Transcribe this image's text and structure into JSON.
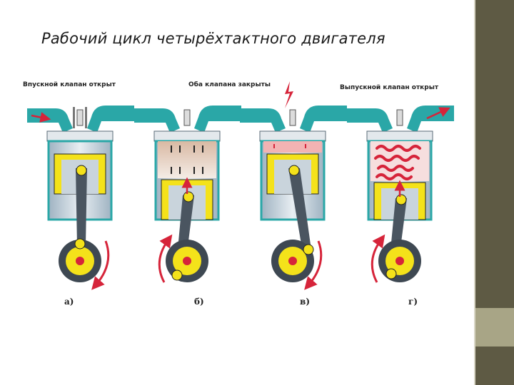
{
  "title": "Рабочий цикл четырёхтактного двигателя",
  "labels": {
    "intake": "Впускной клапан открыт",
    "closed": "Оба клапана закрыты",
    "exhaust": "Выпускной клапан открыт"
  },
  "panels": [
    {
      "letter": "а)",
      "stroke": "intake"
    },
    {
      "letter": "б)",
      "stroke": "compression"
    },
    {
      "letter": "в)",
      "stroke": "power"
    },
    {
      "letter": "г)",
      "stroke": "exhaust"
    }
  ],
  "colors": {
    "manifold": "#2aa7a7",
    "cylinder": "#b8c7d2",
    "piston": "#f4e21a",
    "crank": "#4a5560",
    "arrow": "#d6243a",
    "rail_dark": "#5e5a44",
    "rail_light": "#a8a586"
  }
}
